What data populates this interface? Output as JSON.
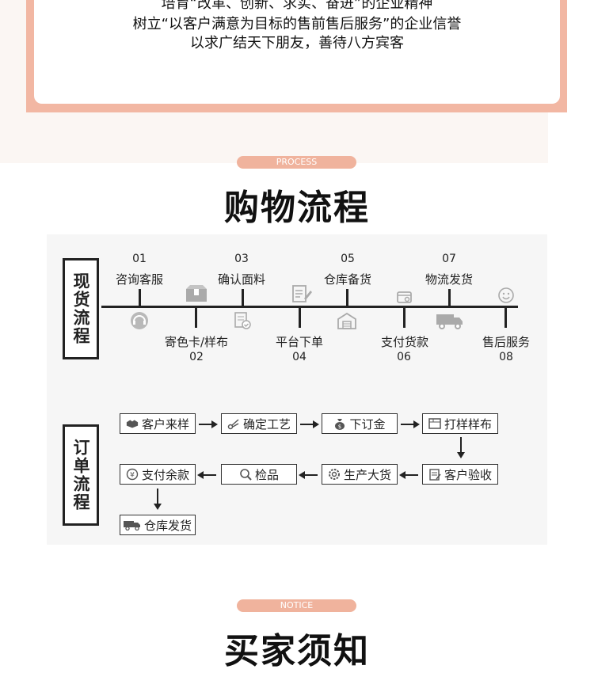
{
  "slogan": {
    "line1": "培育“改革、创新、求实、奋进”的企业精神",
    "line2": "树立“以客户满意为目标的售前售后服务”的企业信誉",
    "line3": "以求广结天下朋友，善待八方宾客"
  },
  "process_section": {
    "pill": "PROCESS",
    "title": "购物流程"
  },
  "stock_flow": {
    "label": "现货流程",
    "steps": [
      {
        "num": "01",
        "label": "咨询客服",
        "icon": "headset-icon"
      },
      {
        "num": "02",
        "label": "寄色卡/样布",
        "icon": "package-icon"
      },
      {
        "num": "03",
        "label": "确认面料",
        "icon": "document-check-icon"
      },
      {
        "num": "04",
        "label": "平台下单",
        "icon": "notepad-pen-icon"
      },
      {
        "num": "05",
        "label": "仓库备货",
        "icon": "warehouse-icon"
      },
      {
        "num": "06",
        "label": "支付货款",
        "icon": "wallet-icon"
      },
      {
        "num": "07",
        "label": "物流发货",
        "icon": "truck-icon"
      },
      {
        "num": "08",
        "label": "售后服务",
        "icon": "smiley-icon"
      }
    ]
  },
  "order_flow": {
    "label": "订单流程",
    "steps": [
      {
        "label": "客户来样",
        "icon": "handshake-icon"
      },
      {
        "label": "确定工艺",
        "icon": "scissors-icon"
      },
      {
        "label": "下订金",
        "icon": "money-bag-icon"
      },
      {
        "label": "打样样布",
        "icon": "sample-frame-icon"
      },
      {
        "label": "客户验收",
        "icon": "clipboard-icon"
      },
      {
        "label": "生产大货",
        "icon": "gear-icon"
      },
      {
        "label": "检品",
        "icon": "magnifier-icon"
      },
      {
        "label": "支付余款",
        "icon": "yen-coin-icon"
      },
      {
        "label": "仓库发货",
        "icon": "truck-icon"
      }
    ]
  },
  "notice_section": {
    "pill": "NOTICE",
    "title": "买家须知"
  },
  "colors": {
    "accent": "#f0b39d",
    "frame": "#f2b7a3",
    "panel": "#f6f6f6"
  }
}
